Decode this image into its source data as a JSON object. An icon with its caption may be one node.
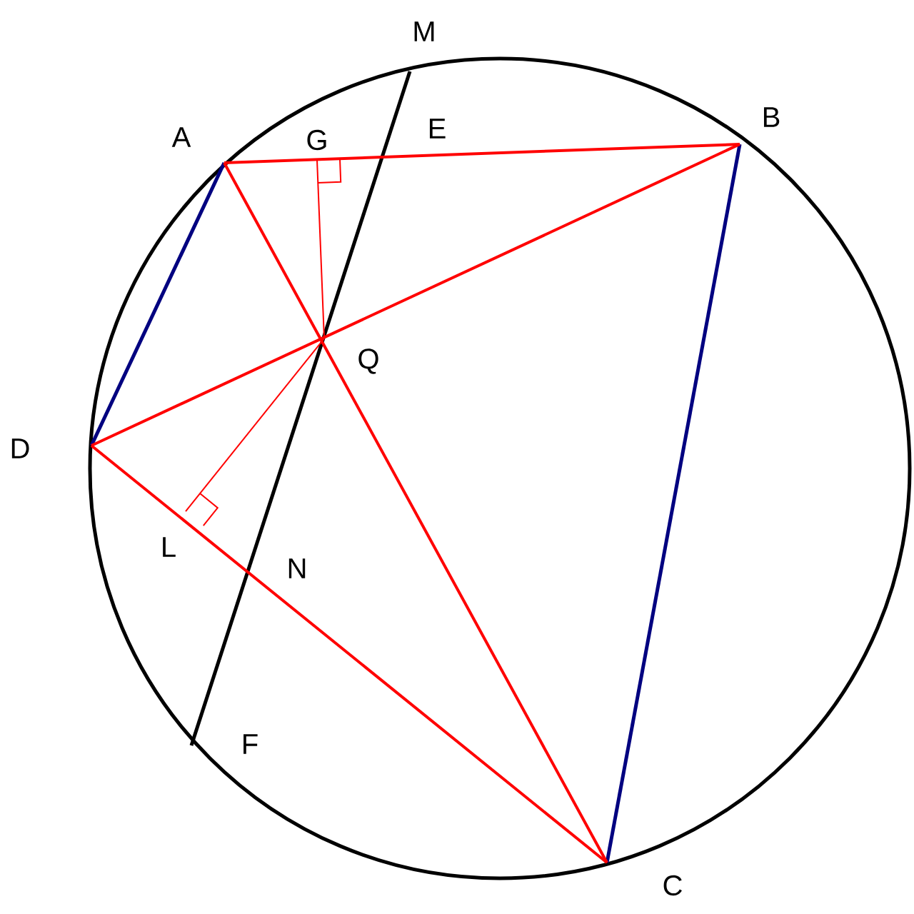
{
  "diagram": {
    "labels": [
      "M",
      "A",
      "G",
      "E",
      "B",
      "Q",
      "D",
      "L",
      "N",
      "F",
      "C"
    ]
  }
}
